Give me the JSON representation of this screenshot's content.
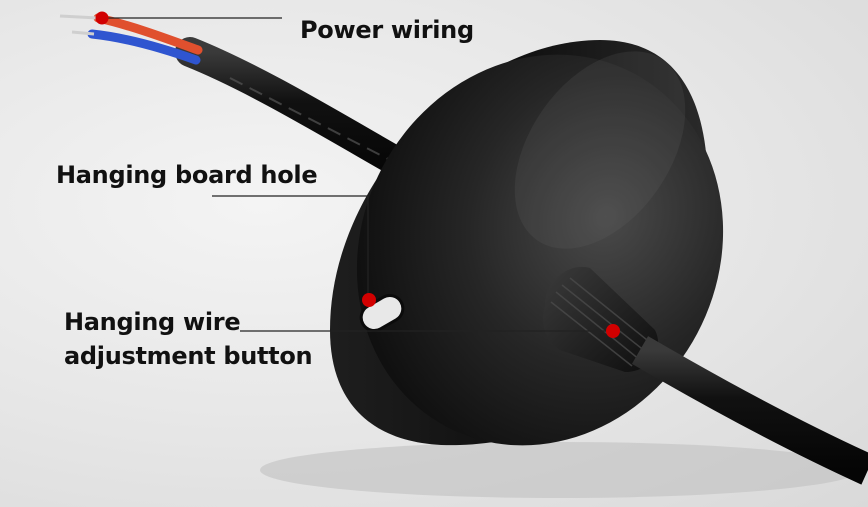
{
  "labels": {
    "power_wiring": "Power wiring",
    "hanging_board_hole": "Hanging board hole",
    "hanging_wire_line1": "Hanging wire",
    "hanging_wire_line2": "adjustment button"
  },
  "colors": {
    "marker": "#d10000",
    "leader_line": "#222222",
    "product_body": "#1a1a1a",
    "wire_red": "#e0502e",
    "wire_blue": "#2f55d0"
  }
}
